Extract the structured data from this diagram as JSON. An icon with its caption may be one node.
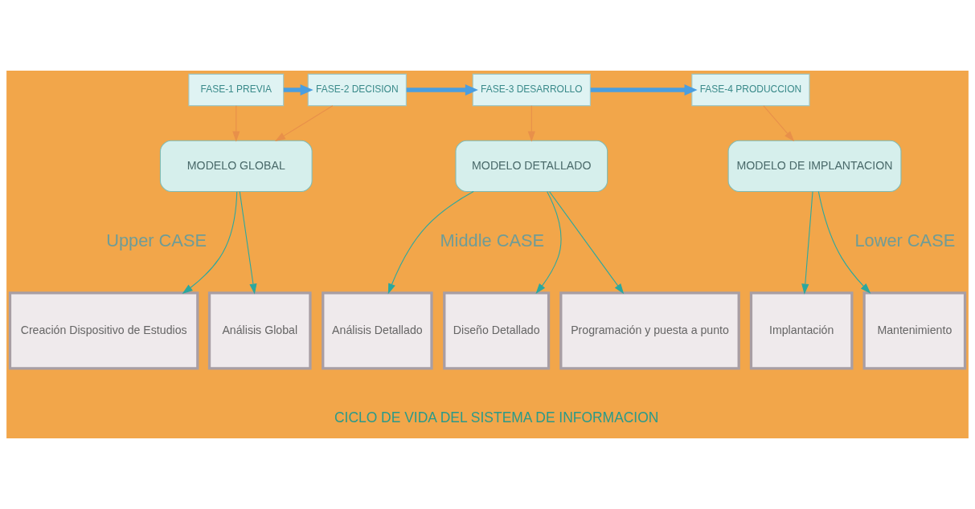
{
  "diagram": {
    "nodes": [
      {
        "text": [
          "FASE-1 PREVIA"
        ]
      },
      {
        "text": [
          "FASE-2 DECISION"
        ]
      },
      {
        "text": [
          "FASE-3 DESARROLLO"
        ]
      },
      {
        "text": [
          "FASE-4 PRODUCCION"
        ]
      },
      {
        "text": [
          "MODELO GLOBAL"
        ]
      },
      {
        "text": [
          "MODELO DETALLADO"
        ]
      },
      {
        "text": [
          "MODELO DE IMPLANTACION"
        ]
      },
      {
        "text": [
          "Creación Dispositivo de Estudios"
        ]
      },
      {
        "text": [
          "Análisis Global"
        ]
      },
      {
        "text": [
          "Análisis Detallado"
        ]
      },
      {
        "text": [
          "Diseño Detallado"
        ]
      },
      {
        "text": [
          "Programación y puesta a punto"
        ]
      },
      {
        "text": [
          "Implantación"
        ]
      },
      {
        "text": [
          "Mantenimiento"
        ]
      }
    ],
    "edges": [
      {
        "from": 0,
        "to": 1,
        "arrow": "to",
        "style": "thick",
        "color": "#4a9ee0"
      },
      {
        "from": 1,
        "to": 2,
        "arrow": "to",
        "style": "thick",
        "color": "#4a9ee0"
      },
      {
        "from": 2,
        "to": 3,
        "arrow": "to",
        "style": "thick",
        "color": "#4a9ee0"
      },
      {
        "from": 0,
        "to": 4,
        "arrow": "to",
        "color": "#e8904a"
      },
      {
        "from": 1,
        "to": 4,
        "arrow": "to",
        "color": "#e8904a"
      },
      {
        "from": 2,
        "to": 5,
        "arrow": "to",
        "color": "#e8904a"
      },
      {
        "from": 3,
        "to": 6,
        "arrow": "to",
        "color": "#e8904a"
      },
      {
        "from": 4,
        "to": 7,
        "arrow": "to"
      },
      {
        "from": 4,
        "to": 8,
        "arrow": "to"
      },
      {
        "from": 5,
        "to": 9,
        "arrow": "to"
      },
      {
        "from": 5,
        "to": 10,
        "arrow": "to"
      },
      {
        "from": 5,
        "to": 11,
        "arrow": "to"
      },
      {
        "from": 6,
        "to": 12,
        "arrow": "to"
      },
      {
        "from": 6,
        "to": 13,
        "arrow": "to"
      }
    ],
    "labels": [
      "Upper CASE",
      "Middle CASE",
      "Lower CASE",
      "CICLO DE VIDA DEL SISTEMA DE INFORMACION"
    ]
  }
}
